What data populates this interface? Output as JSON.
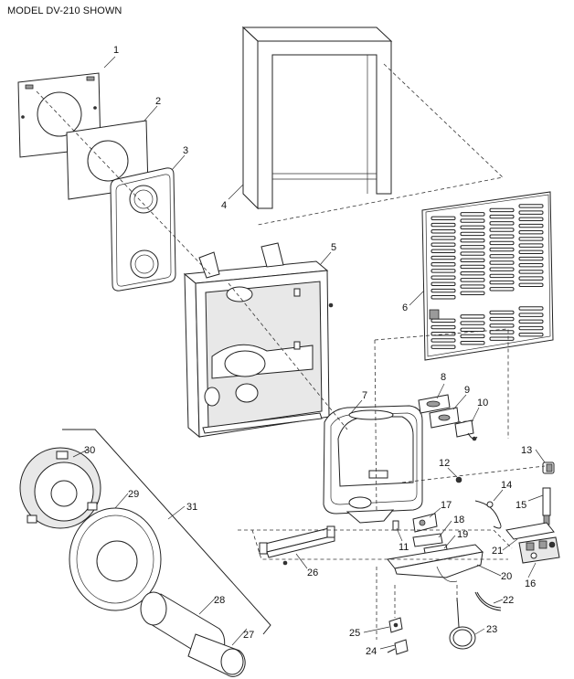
{
  "caption": "MODEL DV-210 SHOWN",
  "callouts": [
    "1",
    "2",
    "3",
    "4",
    "5",
    "6",
    "7",
    "8",
    "9",
    "10",
    "11",
    "12",
    "13",
    "14",
    "15",
    "16",
    "17",
    "18",
    "19",
    "20",
    "21",
    "22",
    "23",
    "24",
    "25",
    "26",
    "27",
    "28",
    "29",
    "30",
    "31"
  ]
}
